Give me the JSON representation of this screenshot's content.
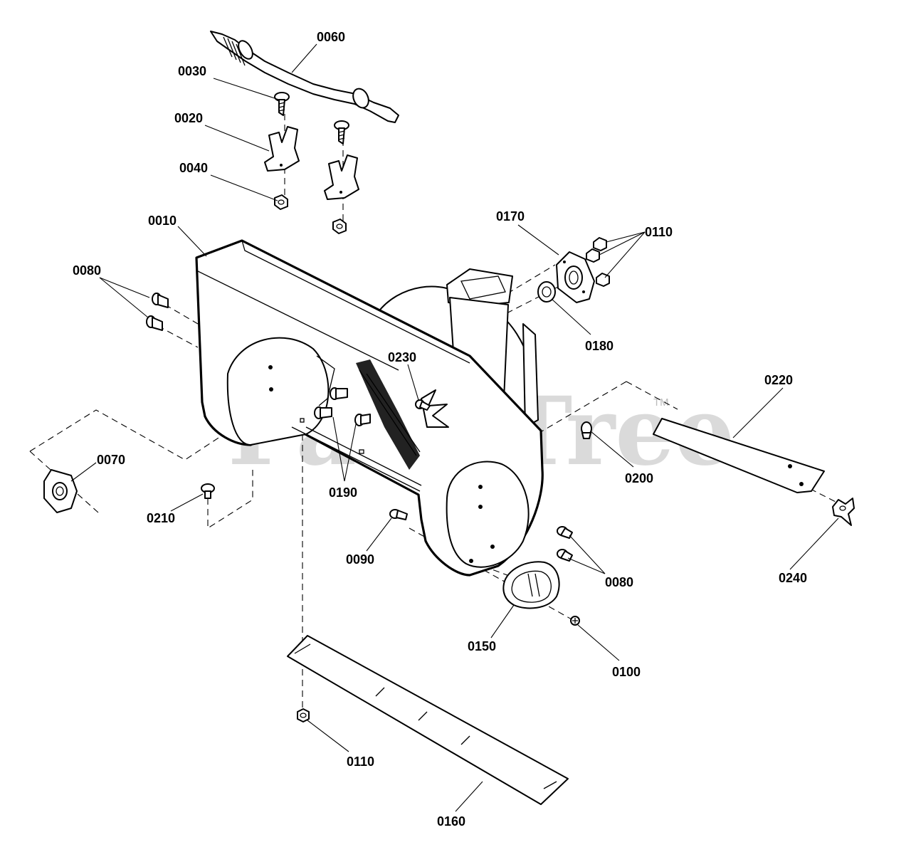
{
  "watermark": {
    "text": "PartsTree",
    "trademark": "TM"
  },
  "callouts": {
    "c0060": "0060",
    "c0030": "0030",
    "c0020": "0020",
    "c0040": "0040",
    "c0010": "0010",
    "c0080_left": "0080",
    "c0070": "0070",
    "c0210": "0210",
    "c0170": "0170",
    "c0110_top": "0110",
    "c0180": "0180",
    "c0230": "0230",
    "c0190": "0190",
    "c0220": "0220",
    "c0200": "0200",
    "c0090": "0090",
    "c0080_right": "0080",
    "c0240": "0240",
    "c0150": "0150",
    "c0100": "0100",
    "c0110_bottom": "0110",
    "c0160": "0160"
  }
}
